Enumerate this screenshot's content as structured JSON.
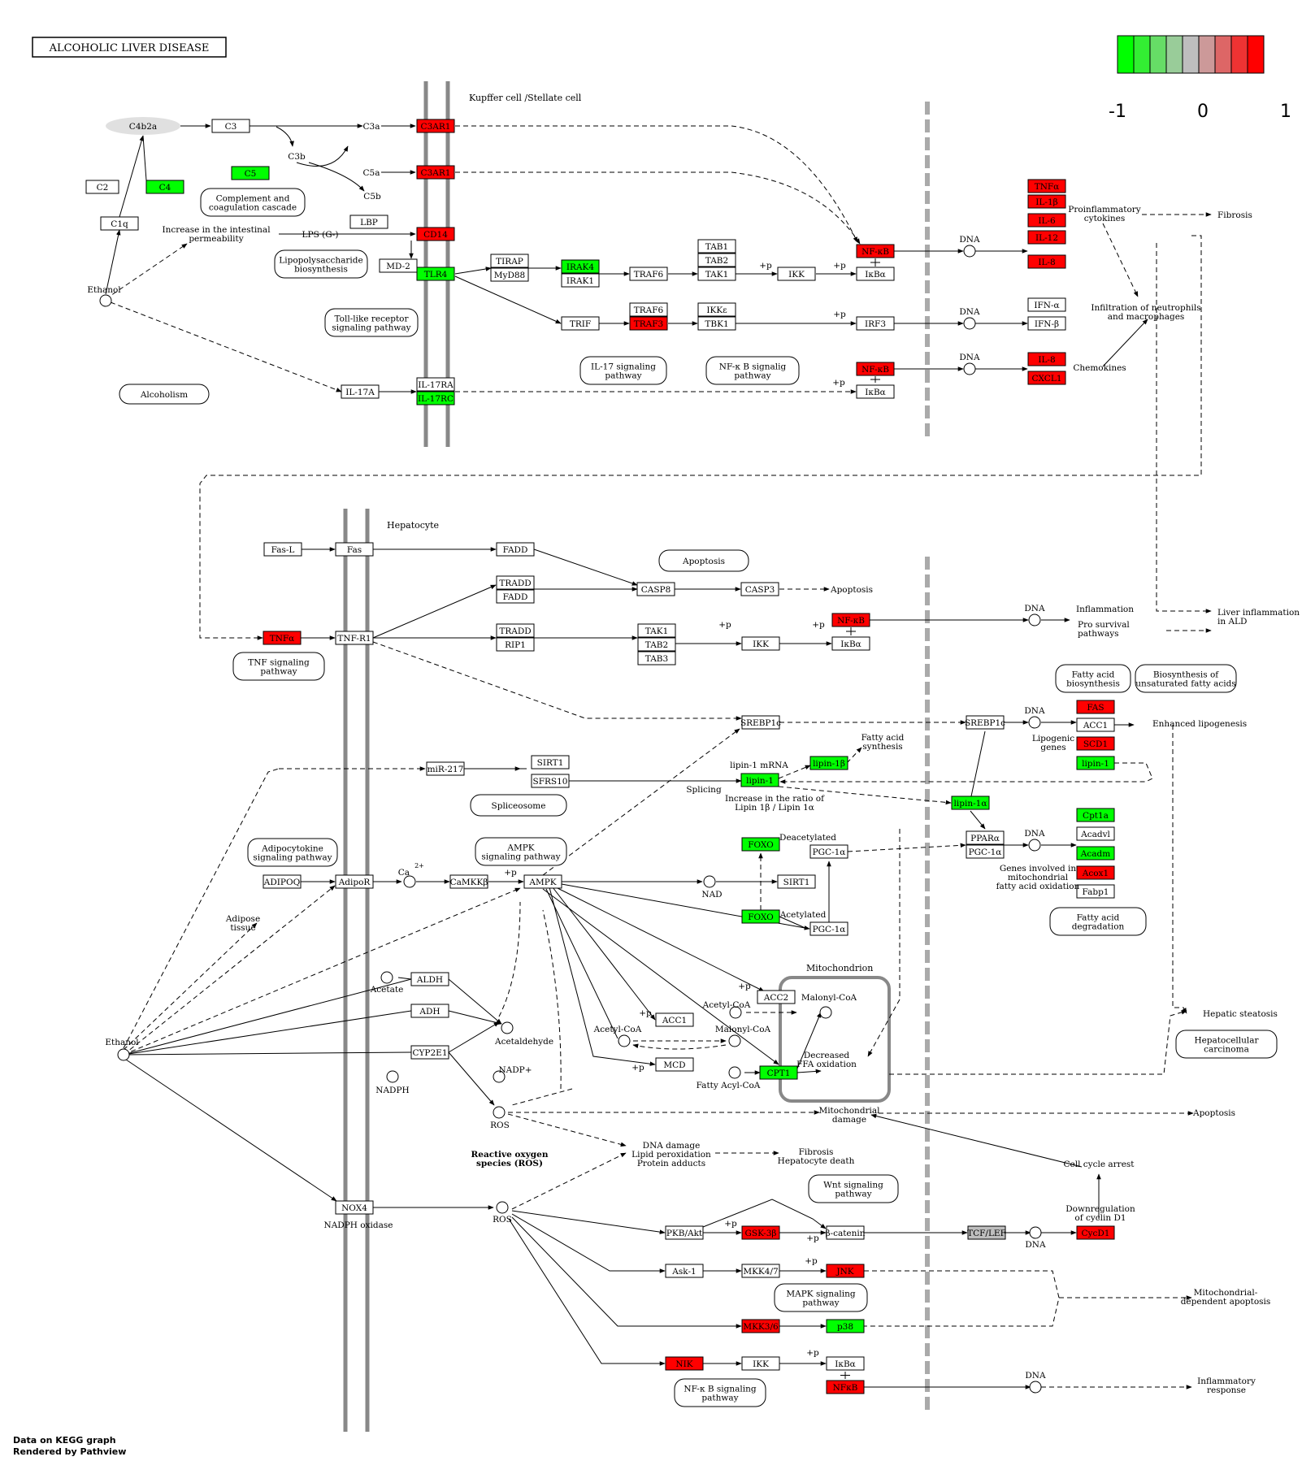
{
  "title": "ALCOHOLIC LIVER DISEASE",
  "legend": {
    "ticks": [
      "-1",
      "0",
      "1"
    ],
    "colors": [
      "#00ff00",
      "#33ee33",
      "#66dd66",
      "#99cc99",
      "#bebebe",
      "#cc9999",
      "#dd6666",
      "#ee3333",
      "#ff0000"
    ]
  },
  "footer": {
    "line1": "Data on KEGG graph",
    "line2": "Rendered by Pathview"
  },
  "regions": {
    "kupffer": "Kupffer cell /Stellate cell",
    "hepatocyte": "Hepatocyte",
    "mitochondrion": "Mitochondrion"
  },
  "colors": {
    "up": "#ff0000",
    "down": "#00ff00",
    "zero": "#bebebe",
    "none": "#ffffff"
  },
  "genes": {
    "c3": "C3",
    "c2": "C2",
    "c4": "C4",
    "c5": "C5",
    "c1q": "C1q",
    "lbp": "LBP",
    "md2": "MD-2",
    "c3ar1": "C3AR1",
    "c5ar1": "C3AR1",
    "cd14": "CD14",
    "tlr4": "TLR4",
    "tirap": "TIRAP",
    "myd88": "MyD88",
    "irak4": "IRAK4",
    "irak1": "IRAK1",
    "traf6a": "TRAF6",
    "tab1a": "TAB1",
    "tab2a": "TAB2",
    "tak1a": "TAK1",
    "ikk1": "IKK",
    "nfkb1": "NF-κB",
    "ikba1": "IκBα",
    "trif": "TRIF",
    "traf6b": "TRAF6",
    "traf3": "TRAF3",
    "ikke": "IKKε",
    "tbk1": "TBK1",
    "irf3": "IRF3",
    "il17a": "IL-17A",
    "il17ra": "IL-17RA",
    "il17rc": "IL-17RC",
    "nfkb2": "NF-κB",
    "ikba2": "IκBα",
    "tnfa1": "TNFα",
    "il1b": "IL-1β",
    "il6": "IL-6",
    "il12": "IL-12",
    "il8a": "IL-8",
    "ifna": "IFN-α",
    "ifnb": "IFN-β",
    "il8b": "IL-8",
    "cxcl1": "CXCL1",
    "fasl": "Fas-L",
    "fas": "Fas",
    "fadd1": "FADD",
    "tradd1": "TRADD",
    "fadd2": "FADD",
    "casp8": "CASP8",
    "casp3": "CASP3",
    "tnfa2": "TNFα",
    "tnfr1": "TNF-R1",
    "tradd2": "TRADD",
    "rip1": "RIP1",
    "tak1b": "TAK1",
    "tab2b": "TAB2",
    "tab3": "TAB3",
    "ikk2": "IKK",
    "nfkb3": "NF-κB",
    "ikba3": "IκBα",
    "srebp1": "SREBP1c",
    "srebp2": "SREBP1c",
    "fas_gene": "FAS",
    "acc1a": "ACC1",
    "scd1": "SCD1",
    "lipin1a": "lipin-1",
    "mir217": "miR-217",
    "sirt1a": "SIRT1",
    "sfrs10": "SFRS10",
    "lipin1b": "lipin-1",
    "lipin1beta": "lipin-1β",
    "lipin1alpha": "lipin-1α",
    "foxo1": "FOXO",
    "pgc1": "PGC-1α",
    "ppara": "PPARα",
    "pgc2": "PGC-1α",
    "cpt1a": "Cpt1a",
    "acadvl": "Acadvl",
    "acadm": "Acadm",
    "acox1": "Acox1",
    "fabp1": "Fabp1",
    "adipoq": "ADIPOQ",
    "adipor": "AdipoR",
    "camkkb": "CaMKKβ",
    "ampk": "AMPK",
    "sirt1b": "SIRT1",
    "foxo2": "FOXO",
    "pgc3": "PGC-1α",
    "aldh": "ALDH",
    "adh": "ADH",
    "cyp2e1": "CYP2E1",
    "acc2": "ACC2",
    "acc1b": "ACC1",
    "mcd": "MCD",
    "cpt1": "CPT1",
    "nox4": "NOX4",
    "pkb": "PKB/Akt",
    "gsk3b": "GSK-3β",
    "bcat": "β-catenin",
    "tcf": "TCF/LEF",
    "ccnd1": "CycD1",
    "ask1": "Ask-1",
    "mkk47": "MKK4/7",
    "jnk": "JNK",
    "mkk36": "MKK3/6",
    "p38": "p38",
    "nik": "NIK",
    "ikk3": "IKK",
    "ikba4": "IκBα",
    "nfkb4": "NFκB"
  },
  "pathways": {
    "complement": [
      "Complement and",
      "coagulation cascade"
    ],
    "lps": [
      "Lipopolysaccharide",
      "biosynthesis"
    ],
    "tlr": [
      "Toll-like receptor",
      "signaling pathway"
    ],
    "alcoholism": [
      "Alcoholism"
    ],
    "il17": [
      "IL-17 signaling",
      "pathway"
    ],
    "nfkb_a": [
      "NF-κ B signalig",
      "pathway"
    ],
    "apoptosis": [
      "Apoptosis"
    ],
    "tnf": [
      "TNF signaling",
      "pathway"
    ],
    "fa_bio": [
      "Fatty acid",
      "biosynthesis"
    ],
    "unsat": [
      "Biosynthesis of",
      "unsaturated fatty acids"
    ],
    "spliceosome": [
      "Spliceosome"
    ],
    "adipocytokine": [
      "Adipocytokine",
      "signaling pathway"
    ],
    "ampk": [
      "AMPK",
      "signaling pathway"
    ],
    "fa_deg": [
      "Fatty acid",
      "degradation"
    ],
    "hcc": [
      "Hepatocellular",
      "carcinoma"
    ],
    "wnt": [
      "Wnt signaling",
      "pathway"
    ],
    "mapk": [
      "MAPK signaling",
      "pathway"
    ],
    "nfkb_b": [
      "NF-κ B signaling",
      "pathway"
    ]
  },
  "compounds": {
    "ethanol1": "Ethanol",
    "ethanol2": "Ethanol",
    "dna1": "DNA",
    "dna2": "DNA",
    "dna3": "DNA",
    "dna4": "DNA",
    "dna5": "DNA",
    "dna6": "DNA",
    "dna7": "DNA",
    "dna8": "DNA",
    "ca": "Ca",
    "nad": "NAD",
    "acetate": "Acetate",
    "acetaldehyde": "Acetaldehyde",
    "nadp": "NADP+",
    "nadph": "NADPH",
    "ros1": "ROS",
    "ros2": "ROS",
    "acetylcoa1": "Acetyl-CoA",
    "malonylcoa1": "Malonyl-CoA",
    "acetylcoa2": "Acetyl-CoA",
    "malonylcoa2": "Malonyl-CoA",
    "fattyacylcoa": "Fatty Acyl-CoA",
    "c4b2a": "C4b2a"
  },
  "labels": {
    "c3a": "C3a",
    "c3b": "C3b",
    "c5a": "C5a",
    "c5b": "C5b",
    "lpsg": "LPS (G-)",
    "intestinal": [
      "Increase in the intestinal",
      "permeability"
    ],
    "proinflam": [
      "Proinflammatory",
      "cytokines"
    ],
    "fibrosis1": "Fibrosis",
    "infiltration": [
      "Infiltration of neutrophils",
      "and macrophages"
    ],
    "chemokines": "Chemokines",
    "apoptosis2": "Apoptosis",
    "inflammation": "Inflammation",
    "prosurvival": [
      "Pro survival",
      "pathways"
    ],
    "liverinflam": [
      "Liver inflammation",
      "in ALD"
    ],
    "enhanced": "Enhanced lipogenesis",
    "lipogenic": [
      "Lipogenic",
      "genes"
    ],
    "fasynth": [
      "Fatty acid",
      "synthesis"
    ],
    "lipinmrna": "lipin-1 mRNA",
    "splicing": "Splicing",
    "ratio": [
      "Increase in the ratio of",
      "Lipin 1β / Lipin 1α"
    ],
    "deacetylated": "Deacetylated",
    "acetylated": "Acetylated",
    "genesinv": [
      "Genes involved in",
      "mitochondrial",
      "fatty acid oxidation"
    ],
    "adipose": [
      "Adipose",
      "tissue"
    ],
    "hepsteat": "Hepatic steatosis",
    "decreased": [
      "Decreased",
      "FFA oxidation"
    ],
    "mitodamage": [
      "Mitochondrial",
      "damage"
    ],
    "apoptosis3": "Apoptosis",
    "ros_label": [
      "Reactive oxygen",
      "species (ROS)"
    ],
    "dnadamage": [
      "DNA damage",
      "Lipid peroxidation",
      "Protein adducts"
    ],
    "fibrosis2": [
      "Fibrosis",
      "Hepatocyte death"
    ],
    "cellcycle": "Cell cycle arrest",
    "downreg": [
      "Downregulation",
      "of cyclin D1"
    ],
    "mitoapop": [
      "Mitochondrial-",
      "dependent apoptosis"
    ],
    "inflresp": [
      "Inflammatory",
      "response"
    ],
    "nadphox": "NADPH oxidase"
  }
}
